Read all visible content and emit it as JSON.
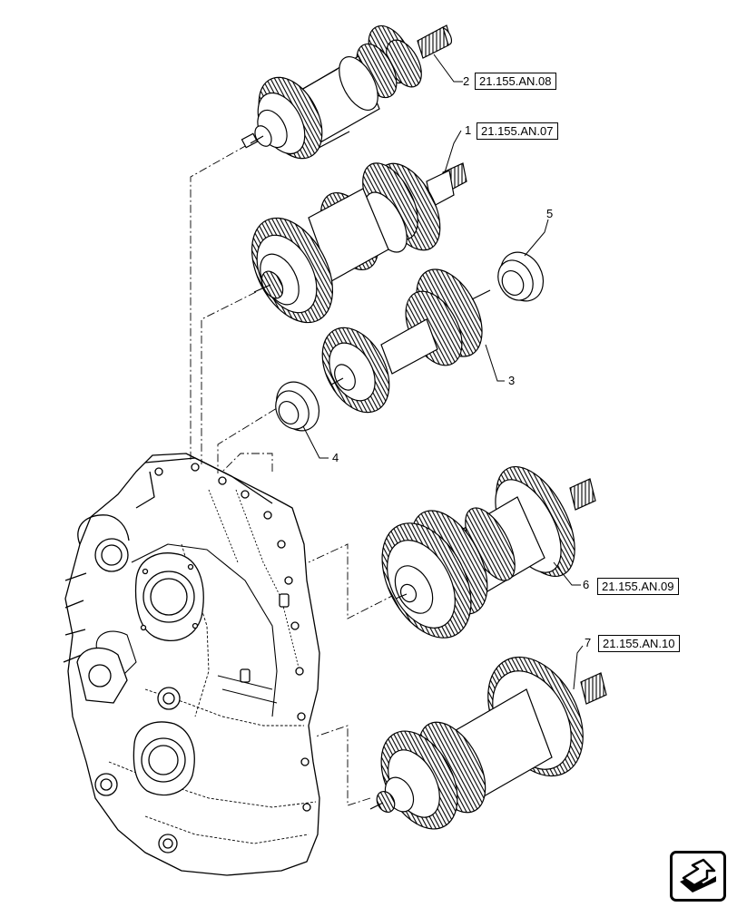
{
  "callouts": [
    {
      "number": "1",
      "reference": "21.155.AN.07"
    },
    {
      "number": "2",
      "reference": "21.155.AN.08"
    },
    {
      "number": "3",
      "reference": ""
    },
    {
      "number": "4",
      "reference": ""
    },
    {
      "number": "5",
      "reference": ""
    },
    {
      "number": "6",
      "reference": "21.155.AN.09"
    },
    {
      "number": "7",
      "reference": "21.155.AN.10"
    }
  ],
  "icons": {
    "navigation": "arrow-jump-icon"
  },
  "colors": {
    "line": "#000000",
    "background": "#ffffff"
  }
}
